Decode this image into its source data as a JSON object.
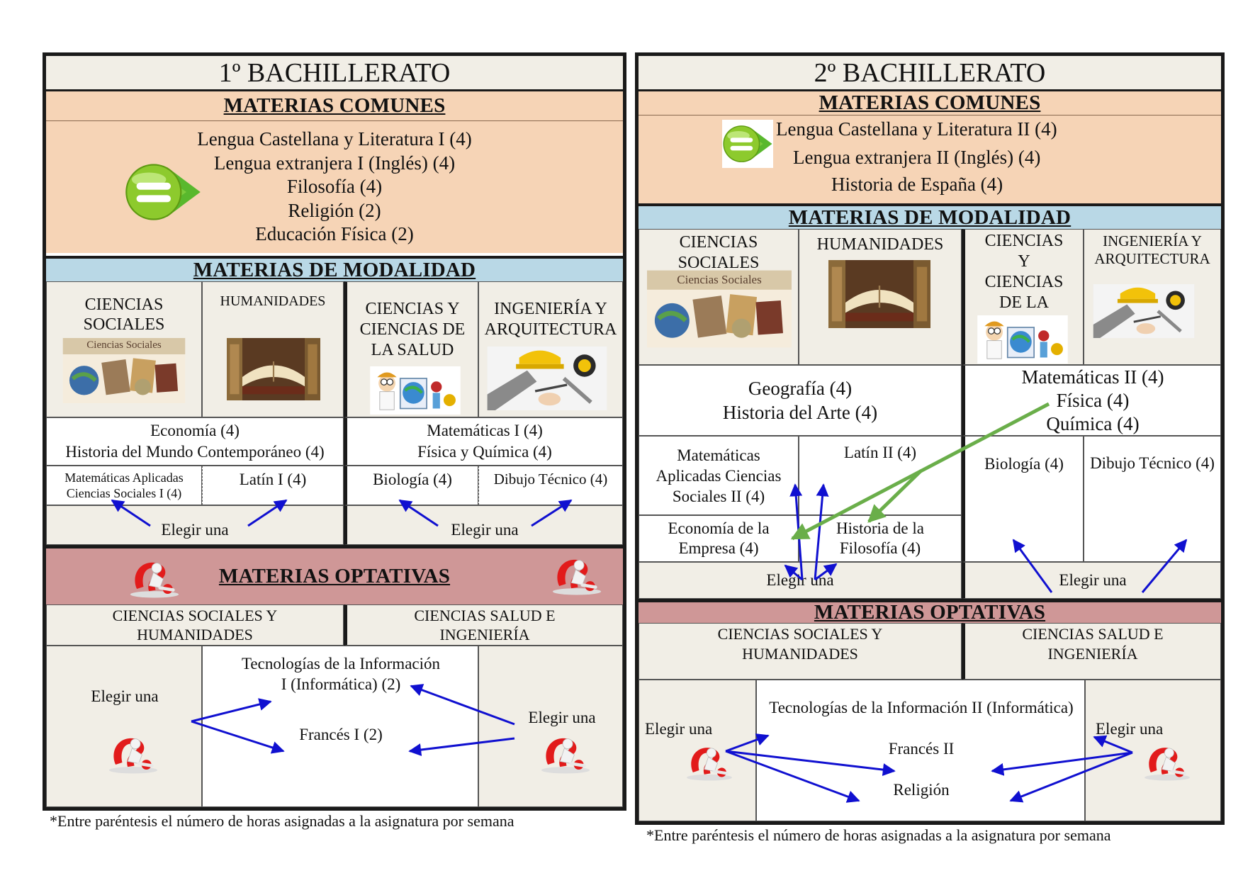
{
  "first": {
    "title": "1º BACHILLERATO",
    "comunes_header": "MATERIAS COMUNES",
    "comunes": [
      "Lengua Castellana y Literatura I (4)",
      "Lengua extranjera I (Inglés) (4)",
      "Filosofía (4)",
      "Religión (2)",
      "Educación Física (2)"
    ],
    "modalidad_header": "MATERIAS DE MODALIDAD",
    "modalidades": [
      "CIENCIAS SOCIALES",
      "HUMANIDADES",
      "CIENCIAS Y CIENCIAS DE LA SALUD",
      "INGENIERÍA Y ARQUITECTURA"
    ],
    "social_img_label": "Ciencias Sociales",
    "ccss_hum_subjects": [
      "Economía (4)",
      "Historia del Mundo Contemporáneo (4)"
    ],
    "cc_ing_subjects": [
      "Matemáticas I (4)",
      "Física y Química (4)"
    ],
    "elective": {
      "mat_aplicadas": "Matemáticas Aplicadas Ciencias Sociales I (4)",
      "latin": "Latín I (4)",
      "biologia": "Biología (4)",
      "dibujo": "Dibujo Técnico (4)"
    },
    "elegir_una": "Elegir una",
    "optativas_header": "MATERIAS OPTATIVAS",
    "opt_col1": "CIENCIAS SOCIALES Y HUMANIDADES",
    "opt_col2": "CIENCIAS SALUD E INGENIERÍA",
    "opt_subjects": [
      "Tecnologías de la Información I (Informática) (2)",
      "Francés I (2)"
    ],
    "footnote": "*Entre paréntesis el número de horas asignadas a la asignatura por semana"
  },
  "second": {
    "title": "2º BACHILLERATO",
    "comunes_header": "MATERIAS COMUNES",
    "comunes": [
      "Lengua Castellana y Literatura II (4)",
      "Lengua extranjera II (Inglés) (4)",
      "Historia de España (4)"
    ],
    "modalidad_header": "MATERIAS DE MODALIDAD",
    "modalidades": [
      "CIENCIAS SOCIALES",
      "HUMANIDADES",
      "CIENCIAS Y CIENCIAS DE LA SALUD",
      "INGENIERÍA Y ARQUITECTURA"
    ],
    "social_img_label": "Ciencias Sociales",
    "ccss_hum_subjects": [
      "Geografía (4)",
      "Historia del Arte (4)"
    ],
    "cc_ing_subjects": [
      "Matemáticas II (4)",
      "Física (4)",
      "Química (4)"
    ],
    "elective": {
      "mat_aplicadas": "Matemáticas Aplicadas Ciencias Sociales II (4)",
      "latin": "Latín II (4)",
      "economia_empresa": "Economía de la Empresa (4)",
      "historia_filosofia": "Historia de la Filosofía (4)",
      "biologia": "Biología (4)",
      "dibujo": "Dibujo Técnico (4)"
    },
    "elegir_una": "Elegir una",
    "optativas_header": "MATERIAS OPTATIVAS",
    "opt_col1": "CIENCIAS SOCIALES Y HUMANIDADES",
    "opt_col2": "CIENCIAS SALUD E INGENIERÍA",
    "opt_subjects": [
      "Tecnologías de la Información II (Informática)",
      "Francés II",
      "Religión"
    ],
    "footnote": "*Entre paréntesis el número de horas asignadas a la asignatura por semana"
  },
  "colors": {
    "peach": "#f6d4b6",
    "blue": "#b9d8e6",
    "rose": "#cf9797",
    "gray": "#f1eee6",
    "arrow_blue": "#1010d0",
    "arrow_green": "#6aae4a"
  },
  "icons": [
    "equals-arrow-icon",
    "question-figure-icon",
    "social-sciences-collage-icon",
    "books-icon",
    "science-kid-icon",
    "engineering-tools-icon"
  ]
}
